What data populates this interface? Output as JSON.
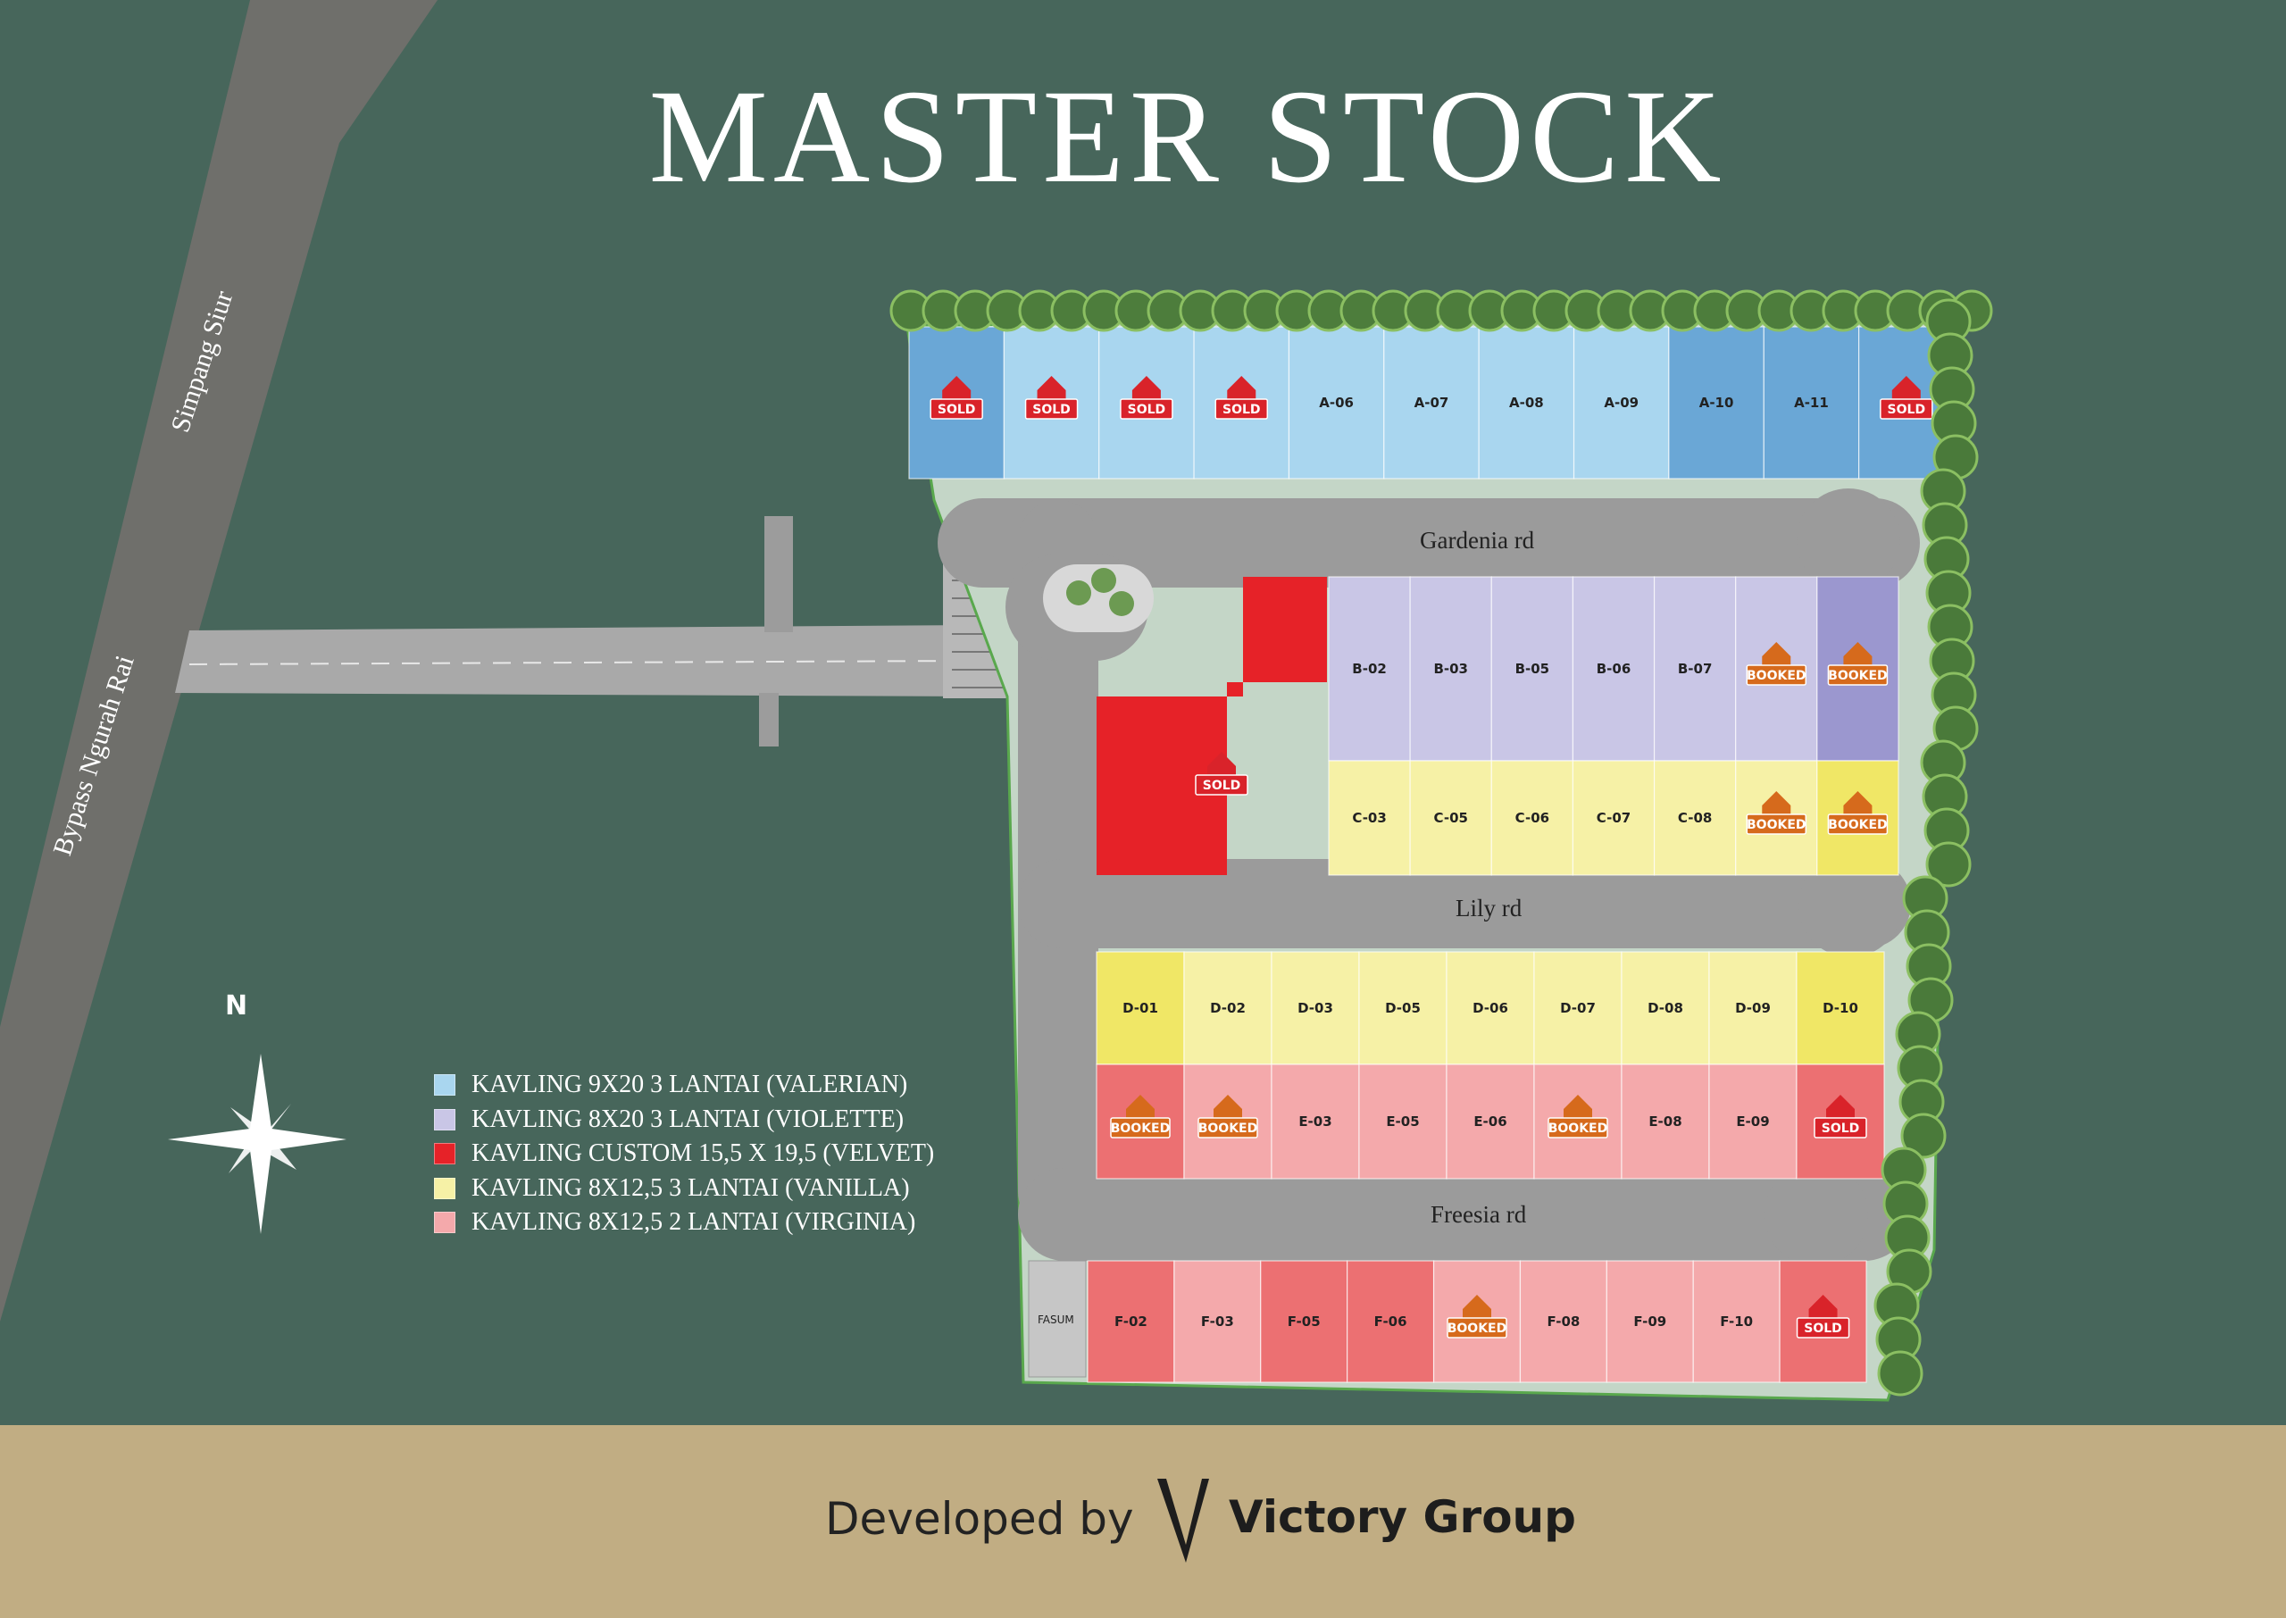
{
  "title": "MASTER STOCK",
  "streets": {
    "bypass": "Bypass Ngurah Rai",
    "simpang": "Simpang Siur"
  },
  "roads": {
    "gardenia": "Gardenia rd",
    "lily": "Lily rd",
    "freesia": "Freesia rd"
  },
  "north": "N",
  "fasum": "FASUM",
  "status_labels": {
    "sold": "SOLD",
    "booked": "BOOKED"
  },
  "colors": {
    "valerian": "#a9d6ef",
    "valerian_dark": "#6aa7d6",
    "violette": "#c9c6e6",
    "violette_dark": "#9b97cf",
    "velvet": "#e62228",
    "vanilla": "#f6f1a6",
    "vanilla_dark": "#f0e766",
    "virginia": "#f4a9ab",
    "virginia_dark": "#ec7072",
    "sold_badge": "#d9232a",
    "booked_badge": "#d66a1c",
    "background": "#47665b",
    "footer": "#c1ad83"
  },
  "legend": [
    {
      "label": "KAVLING 9X20 3 LANTAI (VALERIAN)",
      "color": "#a9d6ef"
    },
    {
      "label": "KAVLING 8X20 3 LANTAI (VIOLETTE)",
      "color": "#c9c6e6"
    },
    {
      "label": "KAVLING CUSTOM 15,5 X 19,5 (VELVET)",
      "color": "#e62228"
    },
    {
      "label": "KAVLING 8X12,5 3 LANTAI (VANILLA)",
      "color": "#f6f1a6"
    },
    {
      "label": "KAVLING 8X12,5 2 LANTAI (VIRGINIA)",
      "color": "#f4a9ab"
    }
  ],
  "rows": {
    "A": [
      {
        "label": "",
        "status": "sold",
        "tone": "dark"
      },
      {
        "label": "",
        "status": "sold",
        "tone": "light"
      },
      {
        "label": "",
        "status": "sold",
        "tone": "light"
      },
      {
        "label": "",
        "status": "sold",
        "tone": "light"
      },
      {
        "label": "A-06",
        "status": "",
        "tone": "light"
      },
      {
        "label": "A-07",
        "status": "",
        "tone": "light"
      },
      {
        "label": "A-08",
        "status": "",
        "tone": "light"
      },
      {
        "label": "A-09",
        "status": "",
        "tone": "light"
      },
      {
        "label": "A-10",
        "status": "",
        "tone": "dark"
      },
      {
        "label": "A-11",
        "status": "",
        "tone": "dark"
      },
      {
        "label": "",
        "status": "sold",
        "tone": "dark"
      }
    ],
    "B": [
      {
        "label": "B-02",
        "status": "",
        "tone": "light"
      },
      {
        "label": "B-03",
        "status": "",
        "tone": "light"
      },
      {
        "label": "B-05",
        "status": "",
        "tone": "light"
      },
      {
        "label": "B-06",
        "status": "",
        "tone": "light"
      },
      {
        "label": "B-07",
        "status": "",
        "tone": "light"
      },
      {
        "label": "",
        "status": "booked",
        "tone": "light"
      },
      {
        "label": "",
        "status": "booked",
        "tone": "dark"
      }
    ],
    "C": [
      {
        "label": "C-03",
        "status": "",
        "tone": "light"
      },
      {
        "label": "C-05",
        "status": "",
        "tone": "light"
      },
      {
        "label": "C-06",
        "status": "",
        "tone": "light"
      },
      {
        "label": "C-07",
        "status": "",
        "tone": "light"
      },
      {
        "label": "C-08",
        "status": "",
        "tone": "light"
      },
      {
        "label": "",
        "status": "booked",
        "tone": "light"
      },
      {
        "label": "",
        "status": "booked",
        "tone": "dark"
      }
    ],
    "D": [
      {
        "label": "D-01",
        "status": "",
        "tone": "dark"
      },
      {
        "label": "D-02",
        "status": "",
        "tone": "light"
      },
      {
        "label": "D-03",
        "status": "",
        "tone": "light"
      },
      {
        "label": "D-05",
        "status": "",
        "tone": "light"
      },
      {
        "label": "D-06",
        "status": "",
        "tone": "light"
      },
      {
        "label": "D-07",
        "status": "",
        "tone": "light"
      },
      {
        "label": "D-08",
        "status": "",
        "tone": "light"
      },
      {
        "label": "D-09",
        "status": "",
        "tone": "light"
      },
      {
        "label": "D-10",
        "status": "",
        "tone": "dark"
      }
    ],
    "E": [
      {
        "label": "",
        "status": "booked",
        "tone": "dark"
      },
      {
        "label": "",
        "status": "booked",
        "tone": "light"
      },
      {
        "label": "E-03",
        "status": "",
        "tone": "light"
      },
      {
        "label": "E-05",
        "status": "",
        "tone": "light"
      },
      {
        "label": "E-06",
        "status": "",
        "tone": "light"
      },
      {
        "label": "",
        "status": "booked",
        "tone": "light"
      },
      {
        "label": "E-08",
        "status": "",
        "tone": "light"
      },
      {
        "label": "E-09",
        "status": "",
        "tone": "light"
      },
      {
        "label": "",
        "status": "sold",
        "tone": "dark"
      }
    ],
    "F": [
      {
        "label": "F-02",
        "status": "",
        "tone": "dark"
      },
      {
        "label": "F-03",
        "status": "",
        "tone": "light"
      },
      {
        "label": "F-05",
        "status": "",
        "tone": "dark"
      },
      {
        "label": "F-06",
        "status": "",
        "tone": "dark"
      },
      {
        "label": "",
        "status": "booked",
        "tone": "light"
      },
      {
        "label": "F-08",
        "status": "",
        "tone": "light"
      },
      {
        "label": "F-09",
        "status": "",
        "tone": "light"
      },
      {
        "label": "F-10",
        "status": "",
        "tone": "light"
      },
      {
        "label": "",
        "status": "sold",
        "tone": "dark"
      }
    ]
  },
  "velvet_lot": {
    "status": "sold"
  },
  "footer": {
    "developed_by": "Developed by",
    "brand": "Victory Group"
  }
}
